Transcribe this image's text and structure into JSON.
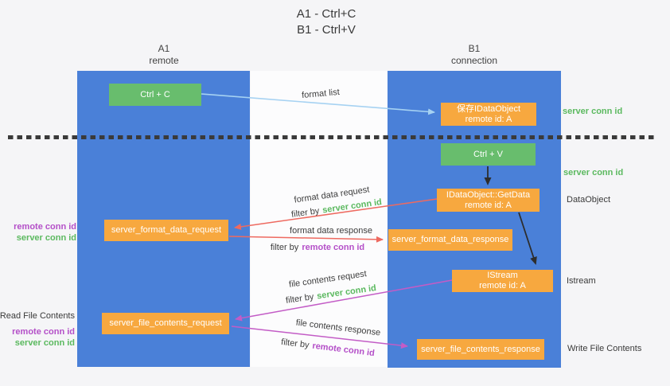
{
  "title": {
    "line1": "A1 - Ctrl+C",
    "line2": "B1 - Ctrl+V"
  },
  "columns": {
    "a": {
      "id": "A1",
      "role": "remote"
    },
    "b": {
      "id": "B1",
      "role": "connection"
    }
  },
  "boxes": {
    "ctrl_c": {
      "label": "Ctrl + C"
    },
    "save_dataobject": {
      "line1": "保存IDataObject",
      "line2": "remote id: A"
    },
    "ctrl_v": {
      "label": "Ctrl + V"
    },
    "getdata": {
      "line1": "IDataObject::GetData",
      "line2": "remote id: A"
    },
    "format_request": {
      "label": "server_format_data_request"
    },
    "format_response": {
      "label": "server_format_data_response"
    },
    "istream": {
      "line1": "IStream",
      "line2": "remote id: A"
    },
    "file_request": {
      "label": "server_file_contents_request"
    },
    "file_response": {
      "label": "server_file_contents_response"
    }
  },
  "channel_labels": {
    "format_list": "format list",
    "format_data_request": "format data request",
    "filter_server_1": {
      "prefix": "filter by",
      "value": "server conn id"
    },
    "format_data_response": "format data response",
    "filter_remote_1": {
      "prefix": "filter by",
      "value": "remote conn id"
    },
    "file_contents_request": "file contents request",
    "filter_server_2": {
      "prefix": "filter by",
      "value": "server conn id"
    },
    "file_contents_response": "file contents response",
    "filter_remote_2": {
      "prefix": "filter by",
      "value": "remote conn id"
    }
  },
  "side_labels": {
    "server_conn_top": "server conn id",
    "server_conn_mid": "server conn id",
    "dataobject": "DataObject",
    "istream": "Istream",
    "write_file": "Write File Contents",
    "read_file": "Read File Contents",
    "remote_conn_1": "remote conn id",
    "server_conn_1": "server conn id",
    "remote_conn_2": "remote conn id",
    "server_conn_2": "server conn id"
  },
  "colors": {
    "panel_blue": "#4a80d8",
    "box_green": "#68bd6d",
    "box_orange": "#f7a83f",
    "arrow_light_blue": "#a6d2f2",
    "arrow_red": "#ee6a60",
    "arrow_black": "#2d2d2d",
    "arrow_purple": "#c35cc6",
    "text_green": "#5bb95f",
    "text_purple": "#b44fc8"
  }
}
